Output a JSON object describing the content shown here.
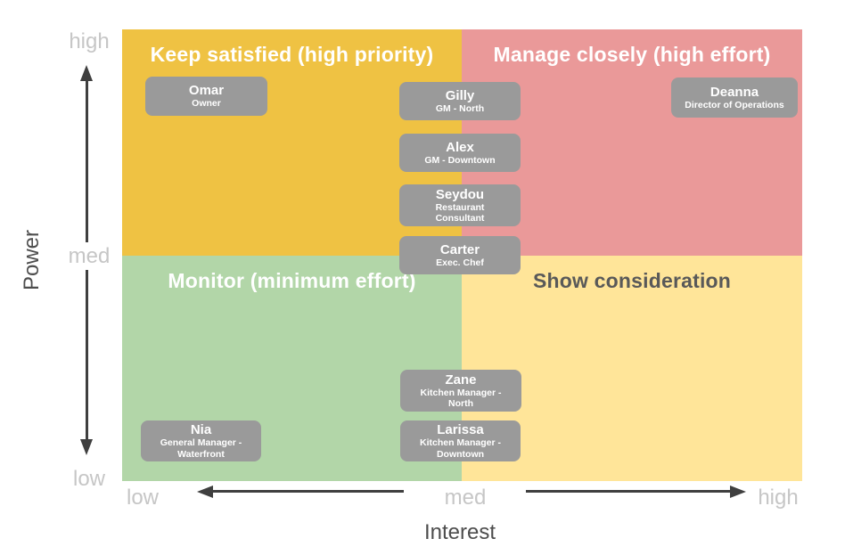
{
  "quadrants": {
    "top_left": {
      "title": "Keep satisfied (high priority)",
      "color": "#EFC243",
      "title_color": "white"
    },
    "top_right": {
      "title": "Manage closely (high effort)",
      "color": "#EA9999",
      "title_color": "white"
    },
    "bottom_left": {
      "title": "Monitor (minimum effort)",
      "color": "#B2D6A8",
      "title_color": "white"
    },
    "bottom_right": {
      "title": "Show consideration",
      "color": "#FFE599",
      "title_color": "#595959"
    }
  },
  "axes": {
    "power": {
      "title": "Power",
      "ticks": [
        "high",
        "med",
        "low"
      ]
    },
    "interest": {
      "title": "Interest",
      "ticks": [
        "low",
        "med",
        "high"
      ]
    }
  },
  "card": {
    "color": "#9A9A9A",
    "text_color": "#FFFFFF"
  },
  "stakeholders": [
    {
      "name": "Omar",
      "role": "Owner",
      "interest": "low",
      "power": "high"
    },
    {
      "name": "Gilly",
      "role": "GM - North",
      "interest": "med",
      "power": "high"
    },
    {
      "name": "Alex",
      "role": "GM - Downtown",
      "interest": "med",
      "power": "med-high"
    },
    {
      "name": "Seydou",
      "role": "Restaurant Consultant",
      "interest": "med",
      "power": "med-high"
    },
    {
      "name": "Carter",
      "role": "Exec. Chef",
      "interest": "med",
      "power": "med"
    },
    {
      "name": "Deanna",
      "role": "Director of Operations",
      "interest": "high",
      "power": "high"
    },
    {
      "name": "Nia",
      "role": "General Manager - Waterfront",
      "interest": "low",
      "power": "low"
    },
    {
      "name": "Zane",
      "role": "Kitchen Manager - North",
      "interest": "med",
      "power": "low-med"
    },
    {
      "name": "Larissa",
      "role": "Kitchen Manager - Downtown",
      "interest": "med",
      "power": "low"
    }
  ]
}
